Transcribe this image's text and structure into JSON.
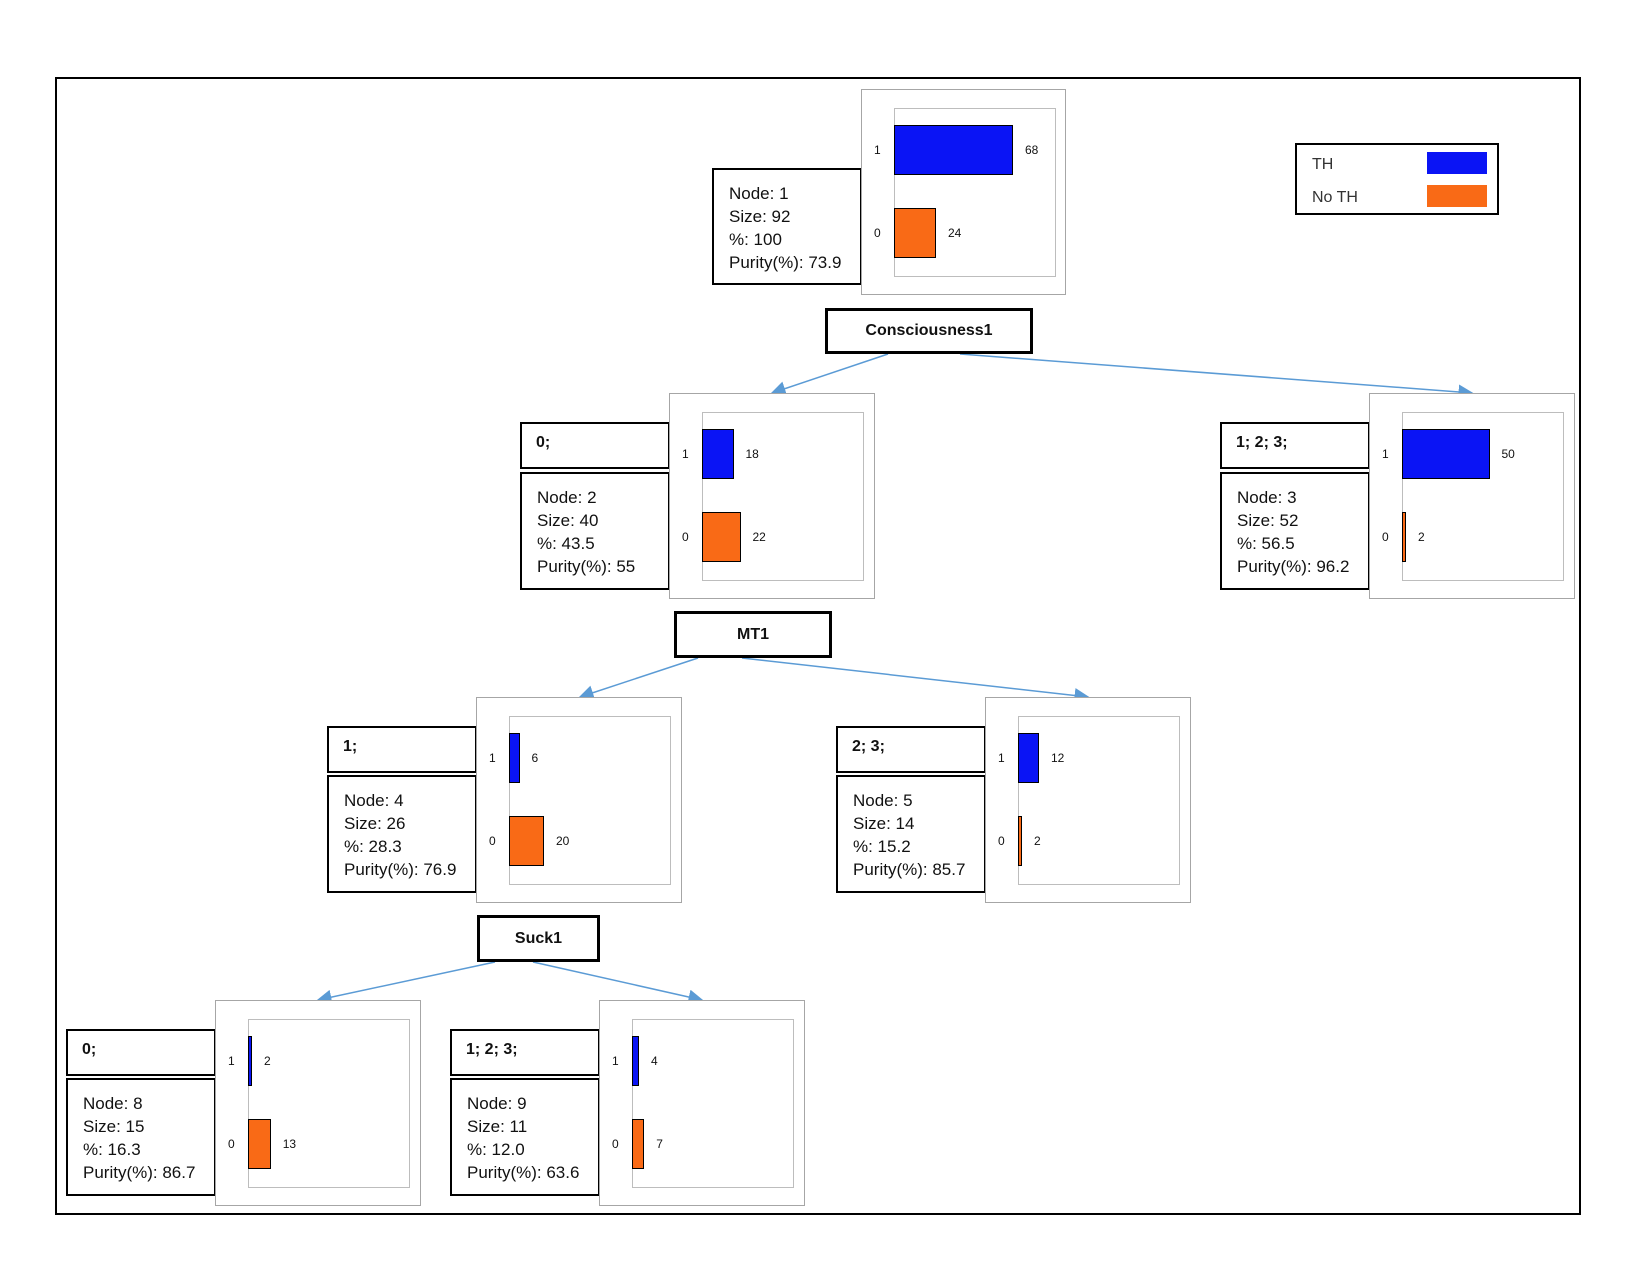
{
  "legend": {
    "items": [
      {
        "label": "TH",
        "color": "#0a14f5"
      },
      {
        "label": "No TH",
        "color": "#f96a16"
      }
    ]
  },
  "colors": {
    "class_1": "#0a14f5",
    "class_0": "#f96a16",
    "edge": "#5b9bd5"
  },
  "nodes": {
    "n1": {
      "node": "Node: 1",
      "size": "Size: 92",
      "pct": "%: 100",
      "purity": "Purity(%): 73.9",
      "categories": [
        "1",
        "0"
      ],
      "values": [
        68,
        24
      ],
      "value_labels": [
        "68",
        "24"
      ]
    },
    "n2": {
      "condition": "0;",
      "node": "Node: 2",
      "size": "Size: 40",
      "pct": "%: 43.5",
      "purity": "Purity(%): 55",
      "categories": [
        "1",
        "0"
      ],
      "values": [
        18,
        22
      ],
      "value_labels": [
        "18",
        "22"
      ]
    },
    "n3": {
      "condition": "1; 2; 3;",
      "node": "Node: 3",
      "size": "Size: 52",
      "pct": "%: 56.5",
      "purity": "Purity(%): 96.2",
      "categories": [
        "1",
        "0"
      ],
      "values": [
        50,
        2
      ],
      "value_labels": [
        "50",
        "2"
      ]
    },
    "n4": {
      "condition": "1;",
      "node": "Node: 4",
      "size": "Size: 26",
      "pct": "%: 28.3",
      "purity": "Purity(%): 76.9",
      "categories": [
        "1",
        "0"
      ],
      "values": [
        6,
        20
      ],
      "value_labels": [
        "6",
        "20"
      ]
    },
    "n5": {
      "condition": "2; 3;",
      "node": "Node: 5",
      "size": "Size: 14",
      "pct": "%: 15.2",
      "purity": "Purity(%): 85.7",
      "categories": [
        "1",
        "0"
      ],
      "values": [
        12,
        2
      ],
      "value_labels": [
        "12",
        "2"
      ]
    },
    "n8": {
      "condition": "0;",
      "node": "Node: 8",
      "size": "Size: 15",
      "pct": "%: 16.3",
      "purity": "Purity(%): 86.7",
      "categories": [
        "1",
        "0"
      ],
      "values": [
        2,
        13
      ],
      "value_labels": [
        "2",
        "13"
      ]
    },
    "n9": {
      "condition": "1; 2; 3;",
      "node": "Node: 9",
      "size": "Size: 11",
      "pct": "%: 12.0",
      "purity": "Purity(%): 63.6",
      "categories": [
        "1",
        "0"
      ],
      "values": [
        4,
        7
      ],
      "value_labels": [
        "4",
        "7"
      ]
    }
  },
  "splits": {
    "s1": {
      "label": "Consciousness1"
    },
    "s2": {
      "label": "MT1"
    },
    "s4": {
      "label": "Suck1"
    }
  },
  "chart_data": {
    "type": "bar",
    "categories": [
      "1",
      "0"
    ],
    "series": [
      {
        "name": "TH",
        "values": [
          68,
          18,
          50,
          6,
          12,
          2,
          4
        ]
      },
      {
        "name": "No TH",
        "values": [
          24,
          22,
          2,
          20,
          2,
          13,
          7
        ]
      }
    ],
    "xlim": [
      0,
      100
    ]
  }
}
